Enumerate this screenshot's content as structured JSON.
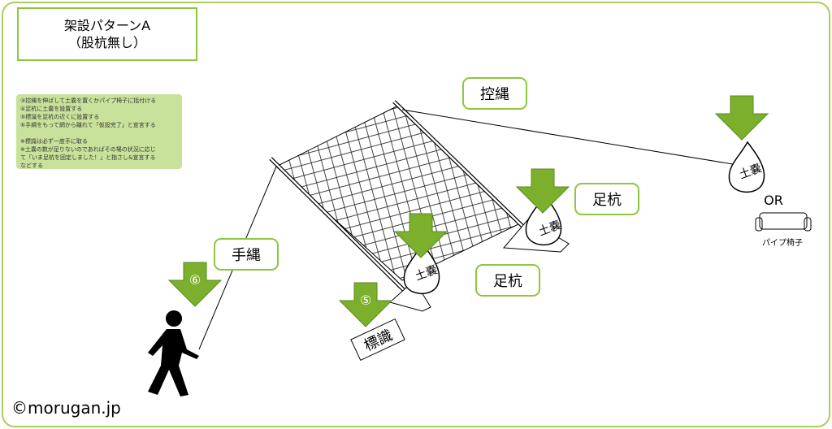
{
  "title": {
    "line1": "架設パターンA",
    "line2": "（股杭無し）"
  },
  "notes": [
    "③控縄を伸ばして土嚢を置くかパイプ椅子に括付ける",
    "④足杭に土嚢を設置する",
    "⑤標識を足杭の近くに設置する",
    "⑥手綱をもって網から離れて「仮設完了」と宣言する",
    "",
    "※標識は必ず一度手に取る",
    "※土嚢の数が足りないのであればその場の状況に応じ",
    "て「いま足杭を固定しました！」と指さし&宣言する",
    "などする"
  ],
  "labels": {
    "guy_rope": "控縄",
    "stake1": "足杭",
    "stake2": "足杭",
    "hand_rope": "手縄",
    "sandbag": "土嚢",
    "sign": "標識",
    "or": "OR",
    "pipe_chair": "パイプ椅子",
    "step5": "⑤",
    "step6": "⑥"
  },
  "copyright": "©morugan.jp",
  "colors": {
    "green": "#7cb02c",
    "border": "#8dc63f"
  }
}
